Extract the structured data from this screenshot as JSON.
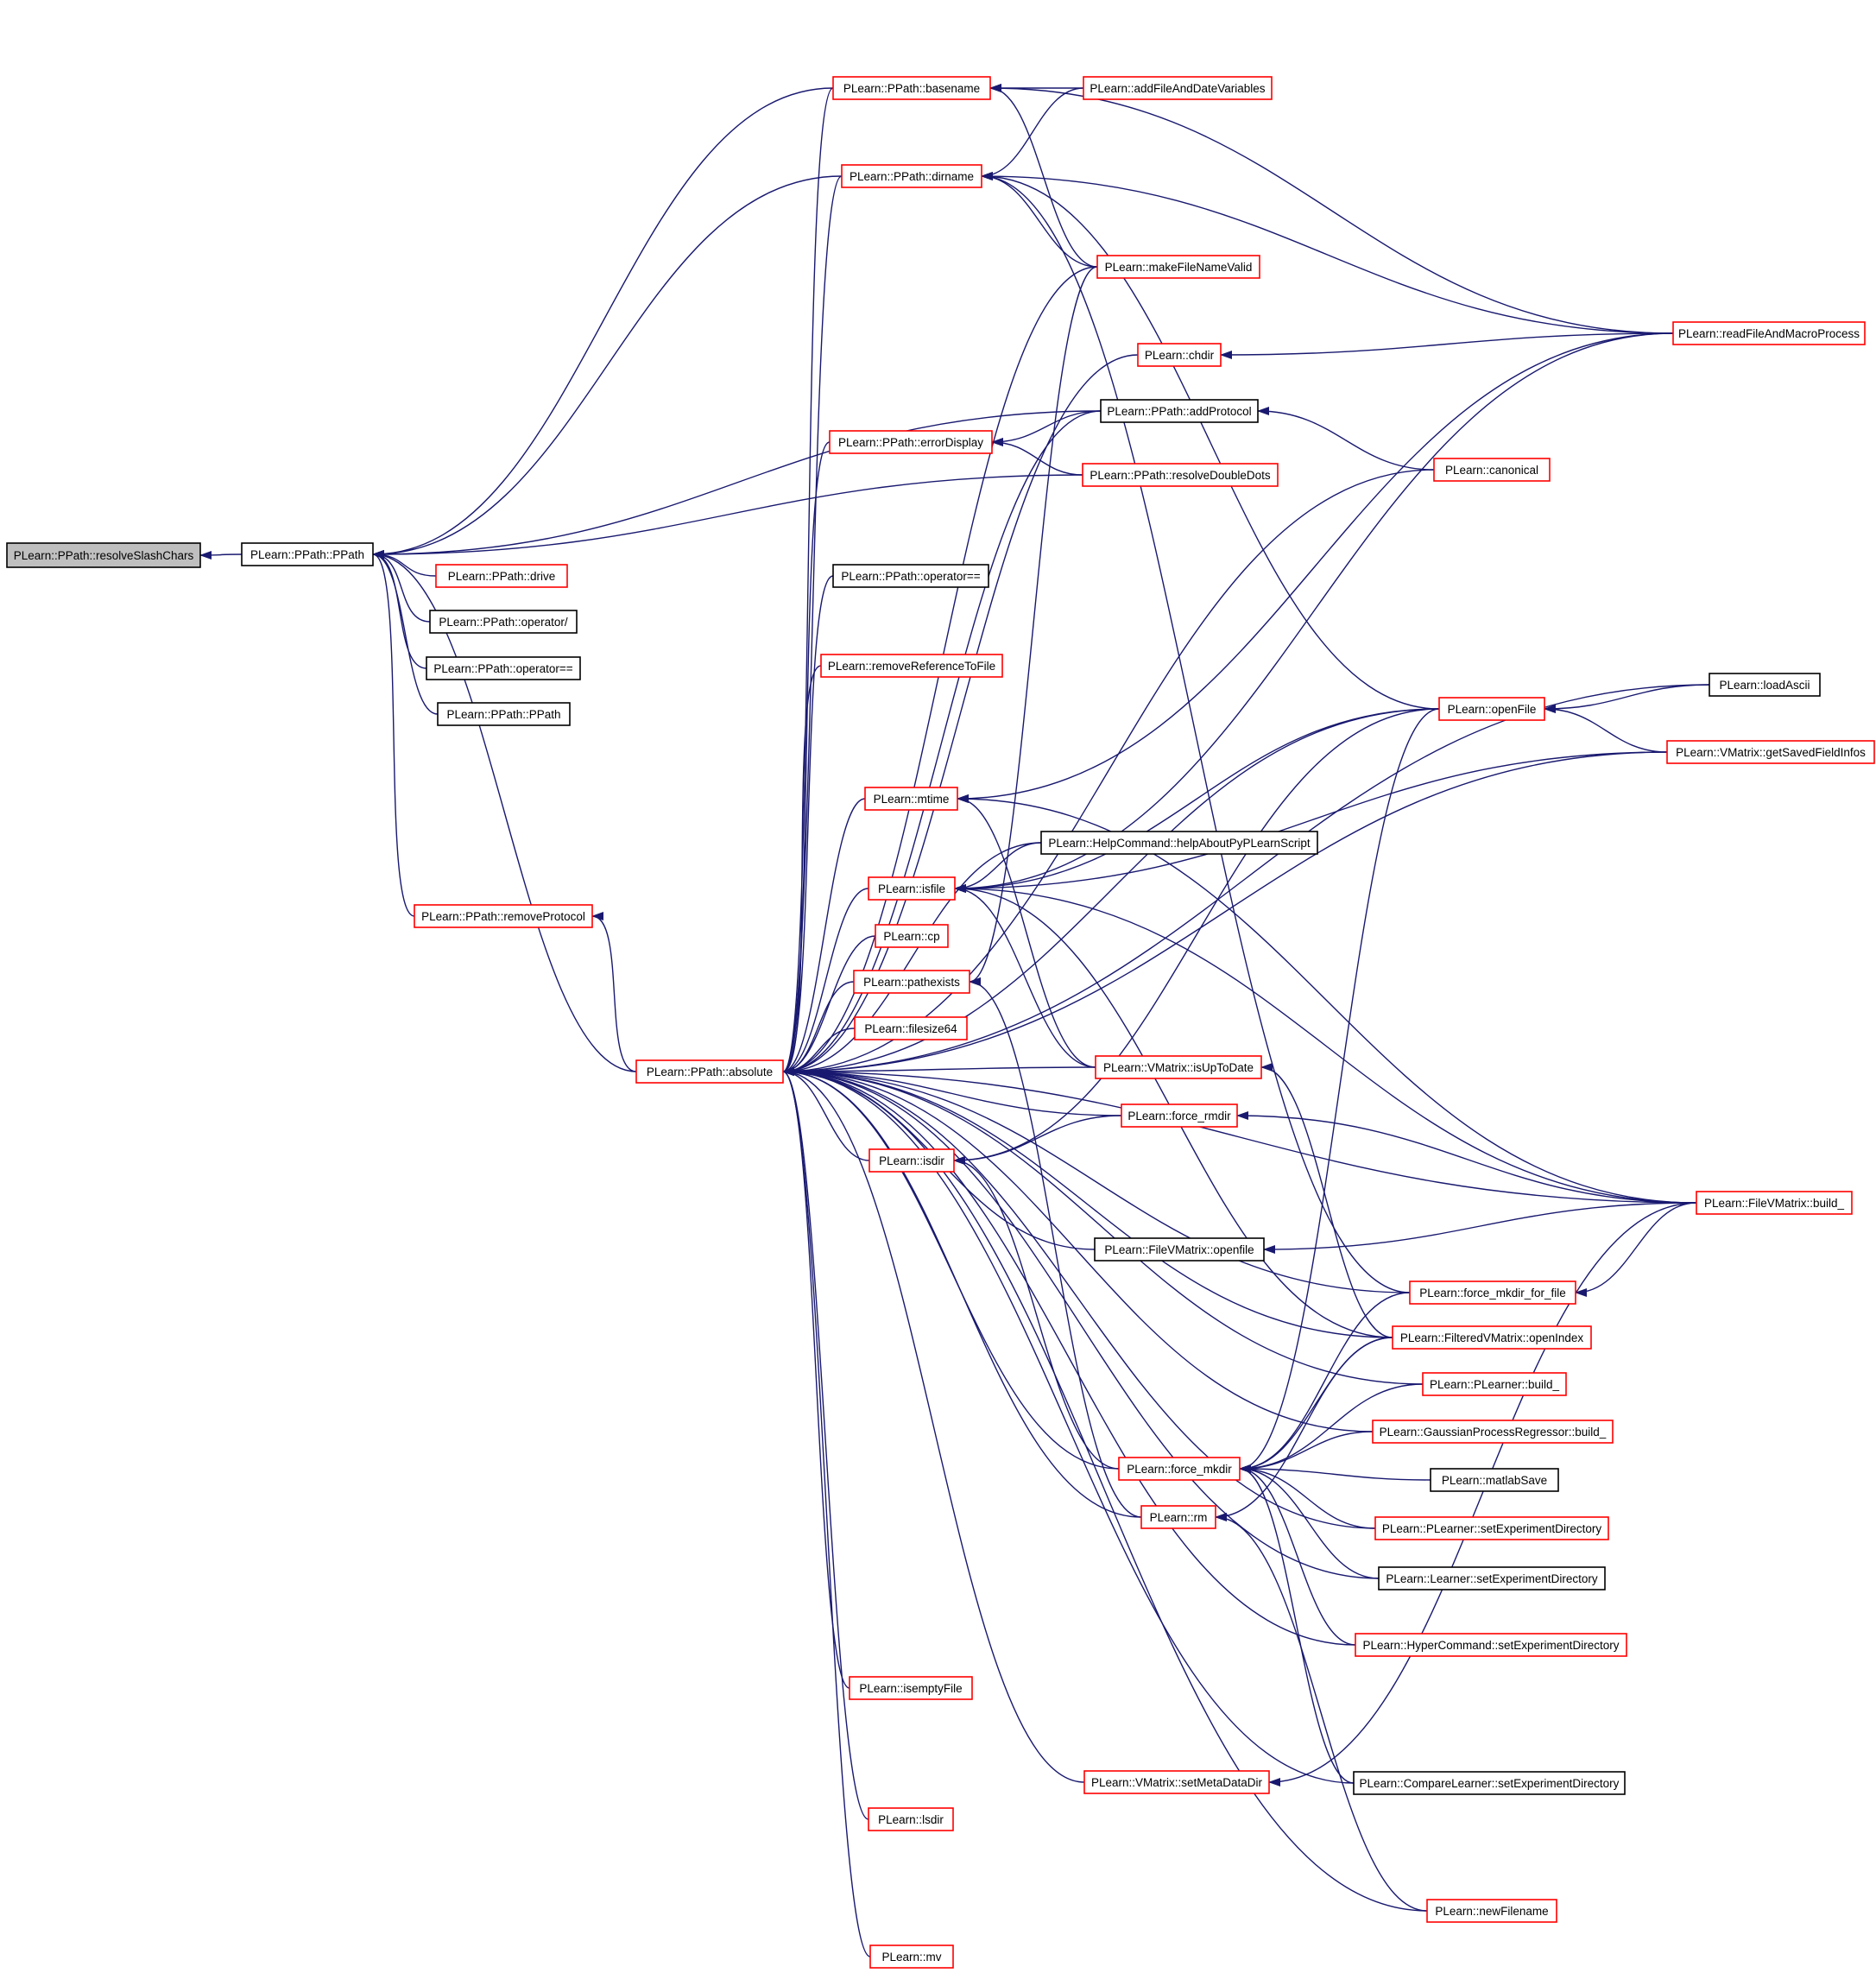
{
  "colors": {
    "edge": "#191970",
    "focus_fill": "#bfbfbf",
    "border_documented": "#ff0000",
    "border_undocumented": "#000000",
    "node_fill": "#ffffff"
  },
  "nodes": [
    {
      "id": "resolveSlashChars",
      "label": "PLearn::PPath::resolveSlashChars",
      "style": "focus"
    },
    {
      "id": "PPath_ctor",
      "label": "PLearn::PPath::PPath",
      "style": "black"
    },
    {
      "id": "basename",
      "label": "PLearn::PPath::basename",
      "style": "red"
    },
    {
      "id": "dirname",
      "label": "PLearn::PPath::dirname",
      "style": "red"
    },
    {
      "id": "drive",
      "label": "PLearn::PPath::drive",
      "style": "red"
    },
    {
      "id": "op_slash",
      "label": "PLearn::PPath::operator/",
      "style": "black"
    },
    {
      "id": "op_eq1",
      "label": "PLearn::PPath::operator==",
      "style": "black"
    },
    {
      "id": "PPath2",
      "label": "PLearn::PPath::PPath",
      "style": "black"
    },
    {
      "id": "removeProtocol",
      "label": "PLearn::PPath::removeProtocol",
      "style": "red"
    },
    {
      "id": "absolute",
      "label": "PLearn::PPath::absolute",
      "style": "red"
    },
    {
      "id": "addFileAndDateVariables",
      "label": "PLearn::addFileAndDateVariables",
      "style": "red"
    },
    {
      "id": "makeFileNameValid",
      "label": "PLearn::makeFileNameValid",
      "style": "red"
    },
    {
      "id": "chdir",
      "label": "PLearn::chdir",
      "style": "red"
    },
    {
      "id": "addProtocol",
      "label": "PLearn::PPath::addProtocol",
      "style": "black"
    },
    {
      "id": "errorDisplay",
      "label": "PLearn::PPath::errorDisplay",
      "style": "red"
    },
    {
      "id": "resolveDoubleDots",
      "label": "PLearn::PPath::resolveDoubleDots",
      "style": "red"
    },
    {
      "id": "op_eq2",
      "label": "PLearn::PPath::operator==",
      "style": "black"
    },
    {
      "id": "removeReferenceToFile",
      "label": "PLearn::removeReferenceToFile",
      "style": "red"
    },
    {
      "id": "mtime",
      "label": "PLearn::mtime",
      "style": "red"
    },
    {
      "id": "helpAboutPyPLearnScript",
      "label": "PLearn::HelpCommand::helpAboutPyPLearnScript",
      "style": "black"
    },
    {
      "id": "isfile",
      "label": "PLearn::isfile",
      "style": "red"
    },
    {
      "id": "cp",
      "label": "PLearn::cp",
      "style": "red"
    },
    {
      "id": "pathexists",
      "label": "PLearn::pathexists",
      "style": "red"
    },
    {
      "id": "filesize64",
      "label": "PLearn::filesize64",
      "style": "red"
    },
    {
      "id": "isUpToDate",
      "label": "PLearn::VMatrix::isUpToDate",
      "style": "red"
    },
    {
      "id": "force_rmdir",
      "label": "PLearn::force_rmdir",
      "style": "red"
    },
    {
      "id": "isdir",
      "label": "PLearn::isdir",
      "style": "red"
    },
    {
      "id": "fvm_openfile",
      "label": "PLearn::FileVMatrix::openfile",
      "style": "black"
    },
    {
      "id": "force_mkdir_for_file",
      "label": "PLearn::force_mkdir_for_file",
      "style": "red"
    },
    {
      "id": "openIndex",
      "label": "PLearn::FilteredVMatrix::openIndex",
      "style": "red"
    },
    {
      "id": "plearner_build",
      "label": "PLearn::PLearner::build_",
      "style": "red"
    },
    {
      "id": "gpr_build",
      "label": "PLearn::GaussianProcessRegressor::build_",
      "style": "red"
    },
    {
      "id": "force_mkdir",
      "label": "PLearn::force_mkdir",
      "style": "red"
    },
    {
      "id": "matlabSave",
      "label": "PLearn::matlabSave",
      "style": "black"
    },
    {
      "id": "rm",
      "label": "PLearn::rm",
      "style": "red"
    },
    {
      "id": "plearner_sed",
      "label": "PLearn::PLearner::setExperimentDirectory",
      "style": "red"
    },
    {
      "id": "learner_sed",
      "label": "PLearn::Learner::setExperimentDirectory",
      "style": "black"
    },
    {
      "id": "hyper_sed",
      "label": "PLearn::HyperCommand::setExperimentDirectory",
      "style": "red"
    },
    {
      "id": "isemptyFile",
      "label": "PLearn::isemptyFile",
      "style": "red"
    },
    {
      "id": "setMetaDataDir",
      "label": "PLearn::VMatrix::setMetaDataDir",
      "style": "red"
    },
    {
      "id": "compare_sed",
      "label": "PLearn::CompareLearner::setExperimentDirectory",
      "style": "black"
    },
    {
      "id": "lsdir",
      "label": "PLearn::lsdir",
      "style": "red"
    },
    {
      "id": "newFilename",
      "label": "PLearn::newFilename",
      "style": "red"
    },
    {
      "id": "mv",
      "label": "PLearn::mv",
      "style": "red"
    },
    {
      "id": "readFileAndMacroProcess",
      "label": "PLearn::readFileAndMacroProcess",
      "style": "red"
    },
    {
      "id": "canonical",
      "label": "PLearn::canonical",
      "style": "red"
    },
    {
      "id": "openFile",
      "label": "PLearn::openFile",
      "style": "red"
    },
    {
      "id": "loadAscii",
      "label": "PLearn::loadAscii",
      "style": "black"
    },
    {
      "id": "getSavedFieldInfos",
      "label": "PLearn::VMatrix::getSavedFieldInfos",
      "style": "red"
    },
    {
      "id": "fvm_build",
      "label": "PLearn::FileVMatrix::build_",
      "style": "red"
    }
  ],
  "edges": [
    [
      "PPath_ctor",
      "resolveSlashChars"
    ],
    [
      "basename",
      "PPath_ctor"
    ],
    [
      "dirname",
      "PPath_ctor"
    ],
    [
      "drive",
      "PPath_ctor"
    ],
    [
      "op_slash",
      "PPath_ctor"
    ],
    [
      "op_eq1",
      "PPath_ctor"
    ],
    [
      "PPath2",
      "PPath_ctor"
    ],
    [
      "removeProtocol",
      "PPath_ctor"
    ],
    [
      "addProtocol",
      "PPath_ctor"
    ],
    [
      "resolveDoubleDots",
      "PPath_ctor"
    ],
    [
      "absolute",
      "PPath_ctor"
    ],
    [
      "absolute",
      "removeProtocol"
    ],
    [
      "addFileAndDateVariables",
      "basename"
    ],
    [
      "makeFileNameValid",
      "basename"
    ],
    [
      "readFileAndMacroProcess",
      "basename"
    ],
    [
      "addFileAndDateVariables",
      "dirname"
    ],
    [
      "makeFileNameValid",
      "dirname"
    ],
    [
      "readFileAndMacroProcess",
      "dirname"
    ],
    [
      "openFile",
      "dirname"
    ],
    [
      "force_mkdir_for_file",
      "dirname"
    ],
    [
      "readFileAndMacroProcess",
      "chdir"
    ],
    [
      "canonical",
      "addProtocol"
    ],
    [
      "addProtocol",
      "errorDisplay"
    ],
    [
      "resolveDoubleDots",
      "errorDisplay"
    ],
    [
      "readFileAndMacroProcess",
      "mtime"
    ],
    [
      "isUpToDate",
      "mtime"
    ],
    [
      "fvm_build",
      "mtime"
    ],
    [
      "helpAboutPyPLearnScript",
      "isfile"
    ],
    [
      "openFile",
      "isfile"
    ],
    [
      "getSavedFieldInfos",
      "isfile"
    ],
    [
      "fvm_build",
      "isfile"
    ],
    [
      "isUpToDate",
      "isfile"
    ],
    [
      "openIndex",
      "isfile"
    ],
    [
      "readFileAndMacroProcess",
      "isfile"
    ],
    [
      "makeFileNameValid",
      "pathexists"
    ],
    [
      "rm",
      "pathexists"
    ],
    [
      "force_rmdir",
      "isdir"
    ],
    [
      "force_mkdir",
      "isdir"
    ],
    [
      "openFile",
      "isdir"
    ],
    [
      "fvm_build",
      "force_rmdir"
    ],
    [
      "fvm_build",
      "fvm_openfile"
    ],
    [
      "fvm_build",
      "force_mkdir_for_file"
    ],
    [
      "openIndex",
      "isUpToDate"
    ],
    [
      "force_mkdir_for_file",
      "force_mkdir"
    ],
    [
      "openIndex",
      "force_mkdir"
    ],
    [
      "plearner_build",
      "force_mkdir"
    ],
    [
      "gpr_build",
      "force_mkdir"
    ],
    [
      "matlabSave",
      "force_mkdir"
    ],
    [
      "plearner_sed",
      "force_mkdir"
    ],
    [
      "learner_sed",
      "force_mkdir"
    ],
    [
      "hyper_sed",
      "force_mkdir"
    ],
    [
      "compare_sed",
      "force_mkdir"
    ],
    [
      "openFile",
      "force_mkdir"
    ],
    [
      "openIndex",
      "rm"
    ],
    [
      "newFilename",
      "rm"
    ],
    [
      "fvm_build",
      "setMetaDataDir"
    ],
    [
      "loadAscii",
      "openFile"
    ],
    [
      "getSavedFieldInfos",
      "openFile"
    ],
    [
      "basename",
      "absolute"
    ],
    [
      "dirname",
      "absolute"
    ],
    [
      "makeFileNameValid",
      "absolute"
    ],
    [
      "chdir",
      "absolute"
    ],
    [
      "addProtocol",
      "absolute"
    ],
    [
      "errorDisplay",
      "absolute"
    ],
    [
      "canonical",
      "absolute"
    ],
    [
      "op_eq2",
      "absolute"
    ],
    [
      "removeReferenceToFile",
      "absolute"
    ],
    [
      "loadAscii",
      "absolute"
    ],
    [
      "openFile",
      "absolute"
    ],
    [
      "getSavedFieldInfos",
      "absolute"
    ],
    [
      "mtime",
      "absolute"
    ],
    [
      "helpAboutPyPLearnScript",
      "absolute"
    ],
    [
      "isfile",
      "absolute"
    ],
    [
      "cp",
      "absolute"
    ],
    [
      "pathexists",
      "absolute"
    ],
    [
      "filesize64",
      "absolute"
    ],
    [
      "isUpToDate",
      "absolute"
    ],
    [
      "force_rmdir",
      "absolute"
    ],
    [
      "isdir",
      "absolute"
    ],
    [
      "fvm_build",
      "absolute"
    ],
    [
      "fvm_openfile",
      "absolute"
    ],
    [
      "force_mkdir_for_file",
      "absolute"
    ],
    [
      "openIndex",
      "absolute"
    ],
    [
      "plearner_build",
      "absolute"
    ],
    [
      "gpr_build",
      "absolute"
    ],
    [
      "force_mkdir",
      "absolute"
    ],
    [
      "rm",
      "absolute"
    ],
    [
      "plearner_sed",
      "absolute"
    ],
    [
      "learner_sed",
      "absolute"
    ],
    [
      "hyper_sed",
      "absolute"
    ],
    [
      "isemptyFile",
      "absolute"
    ],
    [
      "setMetaDataDir",
      "absolute"
    ],
    [
      "compare_sed",
      "absolute"
    ],
    [
      "lsdir",
      "absolute"
    ],
    [
      "newFilename",
      "absolute"
    ],
    [
      "mv",
      "absolute"
    ]
  ]
}
